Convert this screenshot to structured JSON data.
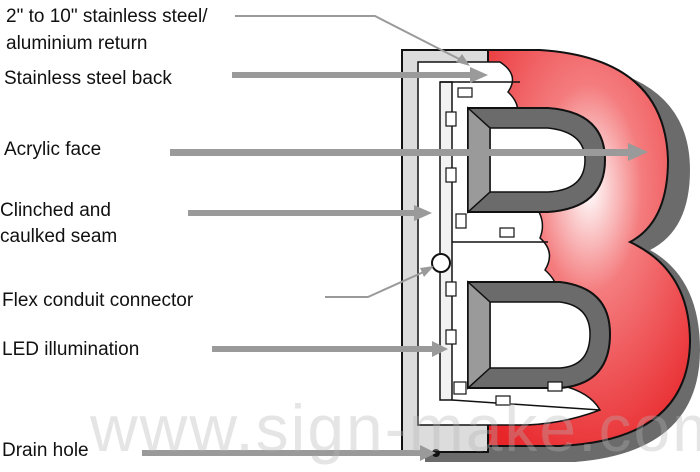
{
  "labels": {
    "return_line1": "2\" to 10\" stainless steel/",
    "return_line2": "aluminium return",
    "back": "Stainless steel back",
    "face": "Acrylic face",
    "seam_line1": "Clinched and",
    "seam_line2": "caulked seam",
    "conduit": "Flex conduit connector",
    "led": "LED illumination",
    "drain": "Drain hole"
  },
  "watermark": "www.sign-make.com",
  "colors": {
    "letter_red": "#e8262a",
    "arrow_gray": "#9a9a9a",
    "shadow": "#6b6b6b",
    "outline": "#111111"
  }
}
